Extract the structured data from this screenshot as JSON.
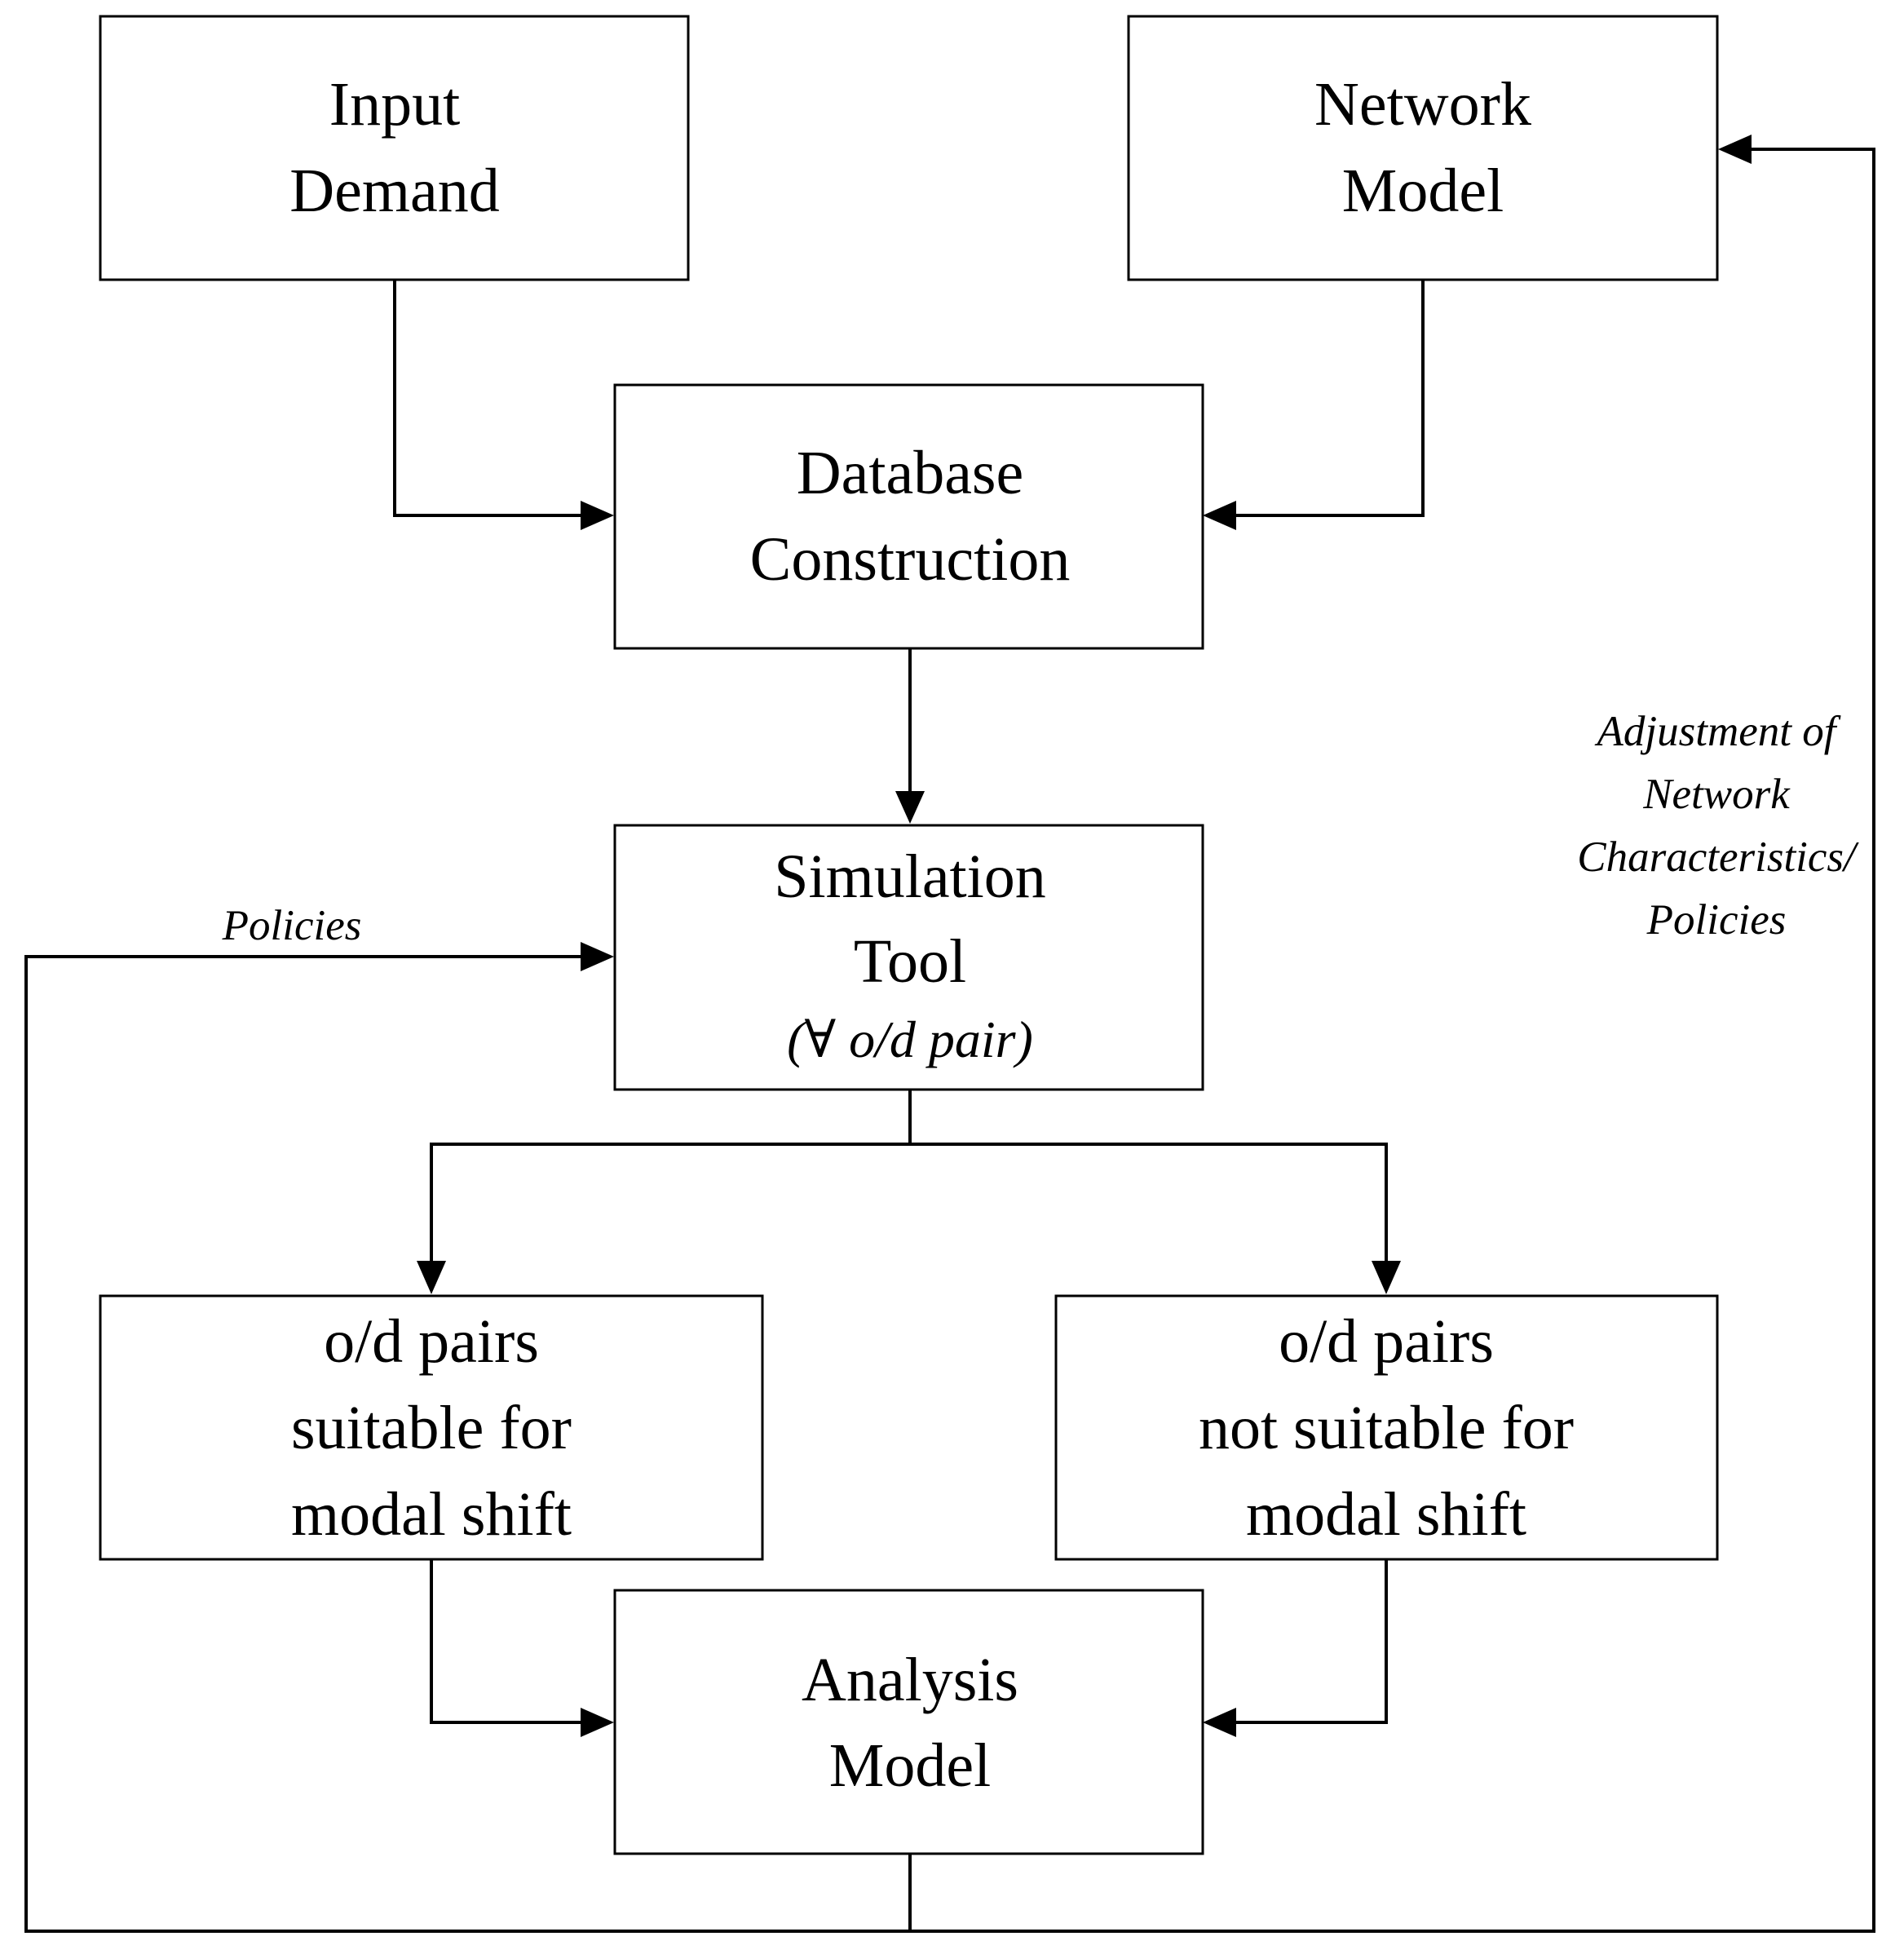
{
  "diagram": {
    "nodes": {
      "input_demand": {
        "line1": "Input",
        "line2": "Demand"
      },
      "network_model": {
        "line1": "Network",
        "line2": "Model"
      },
      "database_construction": {
        "line1": "Database",
        "line2": "Construction"
      },
      "simulation_tool": {
        "line1": "Simulation",
        "line2": "Tool",
        "line3": "(∀ o/d pair)"
      },
      "od_suitable": {
        "line1": "o/d pairs",
        "line2": "suitable for",
        "line3": "modal shift"
      },
      "od_not_suitable": {
        "line1": "o/d pairs",
        "line2": "not suitable for",
        "line3": "modal shift"
      },
      "analysis_model": {
        "line1": "Analysis",
        "line2": "Model"
      }
    },
    "edge_labels": {
      "policies": "Policies",
      "adjustment_line1": "Adjustment of",
      "adjustment_line2": "Network",
      "adjustment_line3": "Characteristics/",
      "adjustment_line4": "Policies"
    },
    "edges": [
      {
        "from": "Input Demand",
        "to": "Database Construction"
      },
      {
        "from": "Network Model",
        "to": "Database Construction"
      },
      {
        "from": "Database Construction",
        "to": "Simulation Tool"
      },
      {
        "from": "Simulation Tool",
        "to": "o/d pairs suitable for modal shift"
      },
      {
        "from": "Simulation Tool",
        "to": "o/d pairs not suitable for modal shift"
      },
      {
        "from": "o/d pairs suitable for modal shift",
        "to": "Analysis Model"
      },
      {
        "from": "o/d pairs not suitable for modal shift",
        "to": "Analysis Model"
      },
      {
        "from": "Analysis Model",
        "to": "Simulation Tool",
        "label": "Policies"
      },
      {
        "from": "Analysis Model",
        "to": "Network Model",
        "label": "Adjustment of Network Characteristics/ Policies"
      }
    ]
  }
}
